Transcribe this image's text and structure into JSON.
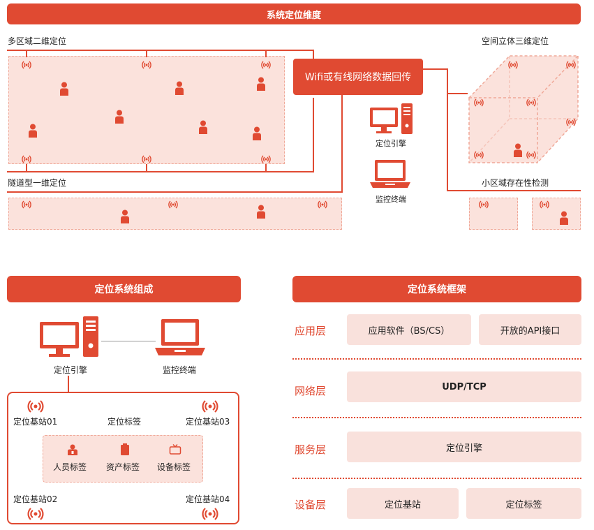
{
  "top_title": "系统定位维度",
  "multi_area": "多区域二维定位",
  "tunnel": "隧道型一维定位",
  "space3d": "空间立体三维定位",
  "small_area": "小区域存在性检测",
  "wifi": "Wifi或有线网络数据回传",
  "engine": "定位引擎",
  "monitor": "监控终端",
  "composition": {
    "title": "定位系统组成",
    "engine": "定位引擎",
    "monitor": "监控终端",
    "station1": "定位基站01",
    "station2": "定位基站02",
    "station3": "定位基站03",
    "station4": "定位基站04",
    "tag": "定位标签",
    "person_tag": "人员标签",
    "asset_tag": "资产标签",
    "device_tag": "设备标签"
  },
  "framework": {
    "title": "定位系统框架",
    "app_layer": "应用层",
    "app_sw": "应用软件（BS/CS）",
    "api": "开放的API接口",
    "net_layer": "网络层",
    "protocol": "UDP/TCP",
    "service_layer": "服务层",
    "engine": "定位引擎",
    "device_layer": "设备层",
    "station": "定位基站",
    "tag": "定位标签"
  },
  "colors": {
    "accent": "#e04a32",
    "zone": "#fbe2dc",
    "box": "#f9e1dc"
  },
  "icons": [
    "signal-icon",
    "person-icon",
    "desktop-computer-icon",
    "laptop-icon",
    "tv-icon",
    "id-badge-icon"
  ]
}
